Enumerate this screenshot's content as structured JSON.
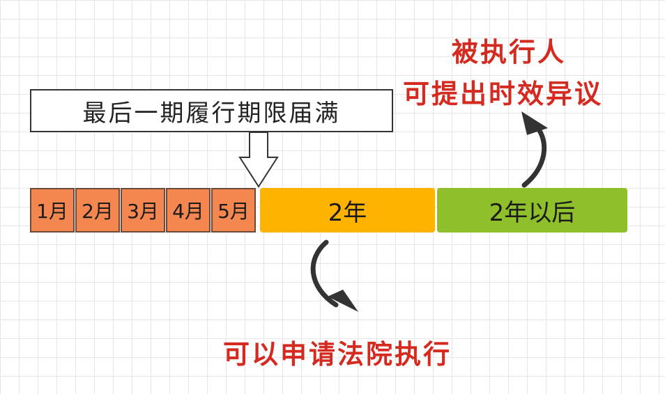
{
  "callout": {
    "text": "最后一期履行期限届满"
  },
  "months": [
    "1月",
    "2月",
    "3月",
    "4月",
    "5月"
  ],
  "periods": {
    "two_years": "2年",
    "after_two_years": "2年以后"
  },
  "annotations": {
    "right_line1": "被执行人",
    "right_line2": "可提出时效异议",
    "bottom": "可以申请法院执行"
  },
  "colors": {
    "month_fill": "#f4864f",
    "two_years_fill": "#ffb300",
    "after_fill": "#8fbf2a",
    "annotation_red": "#d42a1f"
  }
}
